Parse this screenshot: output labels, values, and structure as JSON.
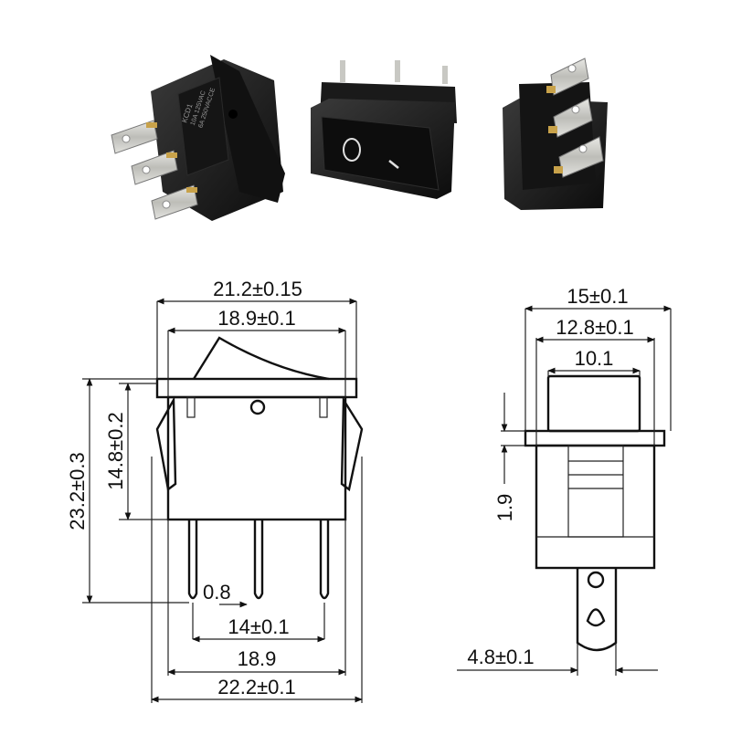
{
  "photos": [
    {
      "name": "switch-photo-angled-terminals",
      "body_text": [
        "KCD1",
        "10A 125VAC",
        "6A 250VAC",
        "CE"
      ]
    },
    {
      "name": "switch-photo-front-rocker",
      "symbols": [
        "O",
        "I"
      ]
    },
    {
      "name": "switch-photo-terminal-side"
    }
  ],
  "front_view": {
    "dim_top_outer": "21.2±0.15",
    "dim_top_inner": "18.9±0.1",
    "dim_left_outer": "23.2±0.3",
    "dim_left_inner": "14.8±0.2",
    "dim_pin_width": "0.8",
    "dim_pin_pitch": "14±0.1",
    "dim_body_width": "18.9",
    "dim_bottom_outer": "22.2±0.1"
  },
  "side_view": {
    "dim_top_outer": "15±0.1",
    "dim_top_mid": "12.8±0.1",
    "dim_top_inner": "10.1",
    "dim_flange": "1.9",
    "dim_terminal": "4.8±0.1"
  },
  "colors": {
    "line": "#111111",
    "switch_body": "#1b1b1b",
    "terminal": "#c9c9c4",
    "terminal_gold": "#c8a24a"
  }
}
